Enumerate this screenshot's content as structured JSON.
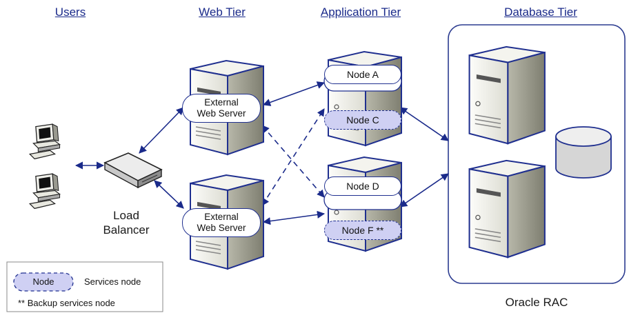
{
  "headers": {
    "users": "Users",
    "web_tier": "Web Tier",
    "app_tier": "Application Tier",
    "db_tier": "Database Tier"
  },
  "load_balancer": {
    "line1": "Load",
    "line2": "Balancer"
  },
  "web_servers": [
    {
      "line1": "External",
      "line2": "Web Server"
    },
    {
      "line1": "External",
      "line2": "Web Server"
    }
  ],
  "app_nodes": {
    "top": {
      "node": "Node A",
      "service": "Node C"
    },
    "bottom": {
      "node": "Node D",
      "service": "Node F **"
    }
  },
  "database": {
    "label": "Oracle RAC"
  },
  "legend": {
    "node_label": "Node",
    "services_text": "Services node",
    "backup_text": "** Backup services node"
  },
  "colors": {
    "accent": "#1f2f8f",
    "service_fill": "#cfd0f3",
    "arrow": "#1a2a8a"
  }
}
